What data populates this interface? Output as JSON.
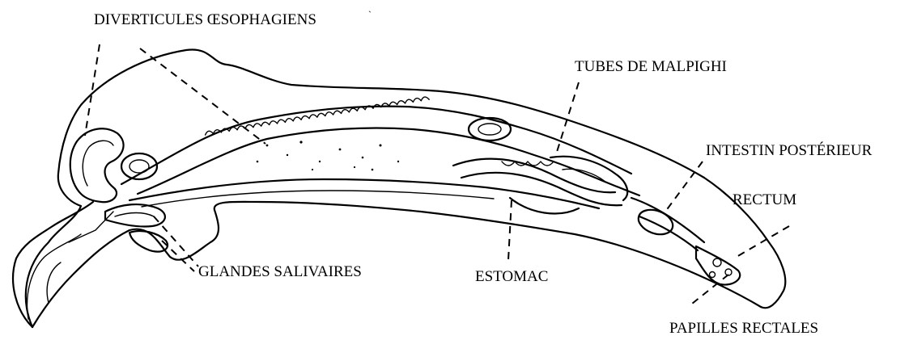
{
  "labels": {
    "diverticules": "DIVERTICULES ŒSOPHAGIENS",
    "tubes_malpighi": "TUBES DE MALPIGHI",
    "intestin_posterieur": "INTESTIN POSTÉRIEUR",
    "rectum": "RECTUM",
    "glandes_salivaires": "GLANDES SALIVAIRES",
    "estomac": "ESTOMAC",
    "papilles_rectales": "PAPILLES RECTALES"
  }
}
